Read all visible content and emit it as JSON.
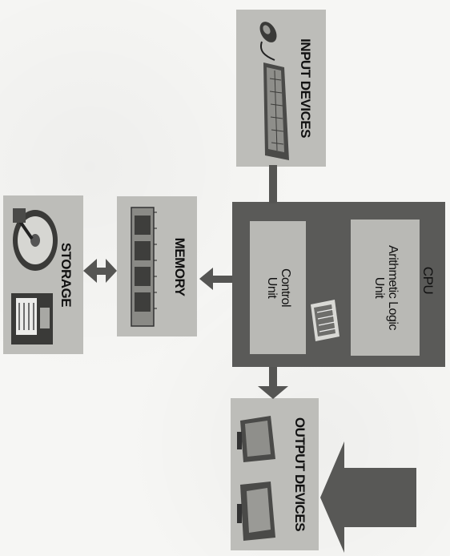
{
  "diagram": {
    "input_devices": "INPUT DEVICES",
    "output_devices": "OUTPUT DEVICES",
    "memory": "MEMORY",
    "storage": "STORAGE",
    "cpu": "CPU",
    "control_unit_line1": "Control",
    "control_unit_line2": "Unit",
    "alu_line1": "Arithmetic Logic",
    "alu_line2": "Unit"
  },
  "colors": {
    "box_gray": "#bdbdb9",
    "cpu_dark": "#5a5a58",
    "arrow": "#555553"
  },
  "icons": [
    "mouse-icon",
    "keyboard-icon",
    "hard-disk-icon",
    "floppy-disk-icon",
    "ram-module-icon",
    "cpu-chip-icon",
    "monitor-icon"
  ]
}
